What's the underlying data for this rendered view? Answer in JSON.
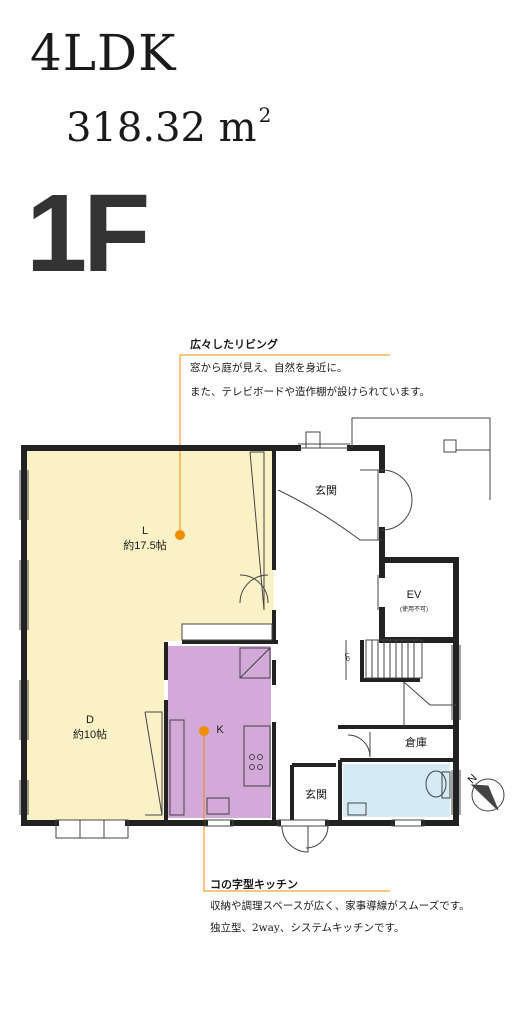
{
  "header": {
    "layout": "4LDK",
    "area": "318.32 m",
    "area_unit_sup": "2",
    "floor": "1F"
  },
  "callouts": {
    "living": {
      "title": "広々したリビング",
      "line1": "窓から庭が見え、自然を身近に。",
      "line2": "また、テレビボードや造作棚が設けられています。"
    },
    "kitchen": {
      "title": "コの字型キッチン",
      "line1": "収納や調理スペースが広く、家事導線がスムーズです。",
      "line2": "独立型、2way、システムキッチンです。"
    }
  },
  "rooms": {
    "living": {
      "name": "L",
      "size": "約17.5帖"
    },
    "dining": {
      "name": "D",
      "size": "約10帖"
    },
    "kitchen": {
      "name": "K"
    },
    "entrance_upper": {
      "name": "玄関"
    },
    "entrance_lower": {
      "name": "玄関"
    },
    "elevator": {
      "name": "EV",
      "note": "(使用不可)"
    },
    "storage": {
      "name": "倉庫"
    },
    "stairs_label": "UP"
  },
  "compass": {
    "label": "N"
  },
  "colors": {
    "living_fill": "#fbf1c7",
    "kitchen_fill": "#d3a9d9",
    "bath_fill": "#d4ebf6",
    "wall": "#222222",
    "accent": "#ef8f00"
  }
}
